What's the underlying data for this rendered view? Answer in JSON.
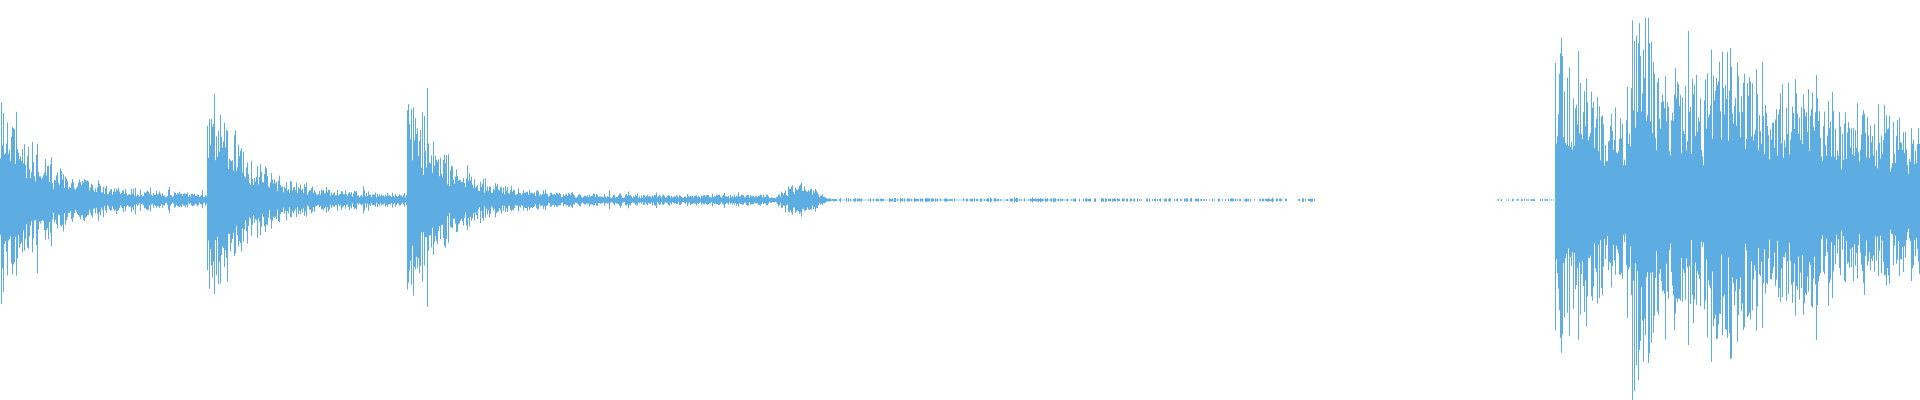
{
  "waveform": {
    "color": "#5dade2",
    "background": "#ffffff",
    "duration_fraction_scale": "0-1 timeline",
    "segments": [
      {
        "name": "hit-1",
        "start": 0.0,
        "end": 0.108,
        "peak": 0.55,
        "decay": 0.022,
        "tail": 0.035,
        "gap_dots": false
      },
      {
        "name": "hit-2",
        "start": 0.108,
        "end": 0.212,
        "peak": 0.62,
        "decay": 0.02,
        "tail": 0.035,
        "gap_dots": false
      },
      {
        "name": "hit-3",
        "start": 0.212,
        "end": 0.4,
        "peak": 0.62,
        "decay": 0.02,
        "tail": 0.028,
        "gap_dots": false
      },
      {
        "name": "blip",
        "start": 0.397,
        "end": 0.435,
        "peak": 0.09,
        "decay": 0.01,
        "tail": 0.0,
        "gap_dots": false
      },
      {
        "name": "faint-tail",
        "start": 0.435,
        "end": 0.685,
        "peak": 0.012,
        "decay": 0.2,
        "tail": 0.008,
        "gap_dots": true
      },
      {
        "name": "silence-dots",
        "start": 0.78,
        "end": 0.81,
        "peak": 0.006,
        "decay": 0.2,
        "tail": 0.006,
        "gap_dots": true
      },
      {
        "name": "burst-1",
        "start": 0.81,
        "end": 0.85,
        "peak": 0.82,
        "decay": 0.03,
        "tail": 0.28,
        "gap_dots": false
      },
      {
        "name": "burst-2",
        "start": 0.85,
        "end": 0.888,
        "peak": 1.0,
        "decay": 0.03,
        "tail": 0.38,
        "gap_dots": false
      },
      {
        "name": "burst-3",
        "start": 0.888,
        "end": 1.0,
        "peak": 0.8,
        "decay": 0.12,
        "tail": 0.14,
        "gap_dots": false
      }
    ]
  }
}
